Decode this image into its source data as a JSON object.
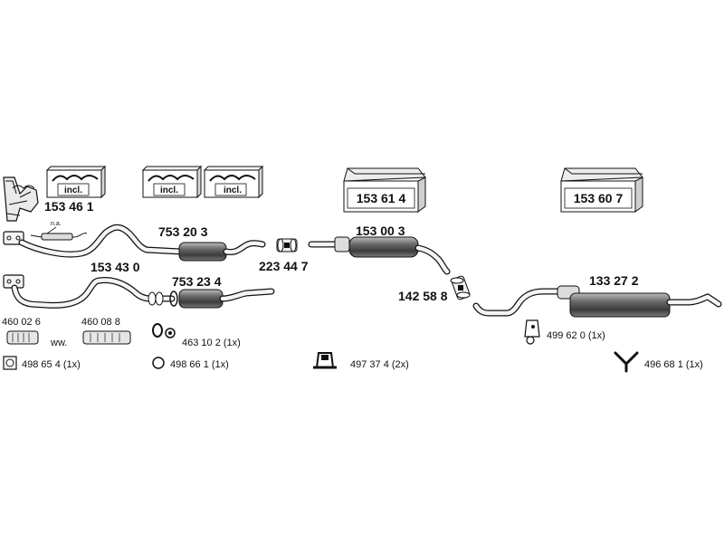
{
  "kit_boxes": {
    "box1_label": "incl.",
    "box2_label": "incl.",
    "box3_label": "incl.",
    "box4_number": "153 61 4",
    "box5_number": "153 60 7"
  },
  "parts": {
    "manifold_kit": "153 46 1",
    "na_note": "n.a.",
    "front_pipe_upper": "753 20 3",
    "front_pipe_lower": "153 43 0",
    "catalyst_lower": "753 23 4",
    "clamp_connector": "223 44 7",
    "middle_silencer": "153 00 3",
    "connector_clamp": "142 58 8",
    "rear_silencer": "133 27 2"
  },
  "accessories": {
    "gasket_a": "460 02 6",
    "gasket_b": "460 08 8",
    "ww_note": "ww.",
    "gasket_ring_square": "498 65 4 (1x)",
    "gasket_ring_round": "498 66 1 (1x)",
    "rubber_mount": "463 10 2 (1x)",
    "bracket_clamp": "497 37 4 (2x)",
    "hanger": "499 62 0  (1x)",
    "y_holder": "496 68 1 (1x)"
  }
}
